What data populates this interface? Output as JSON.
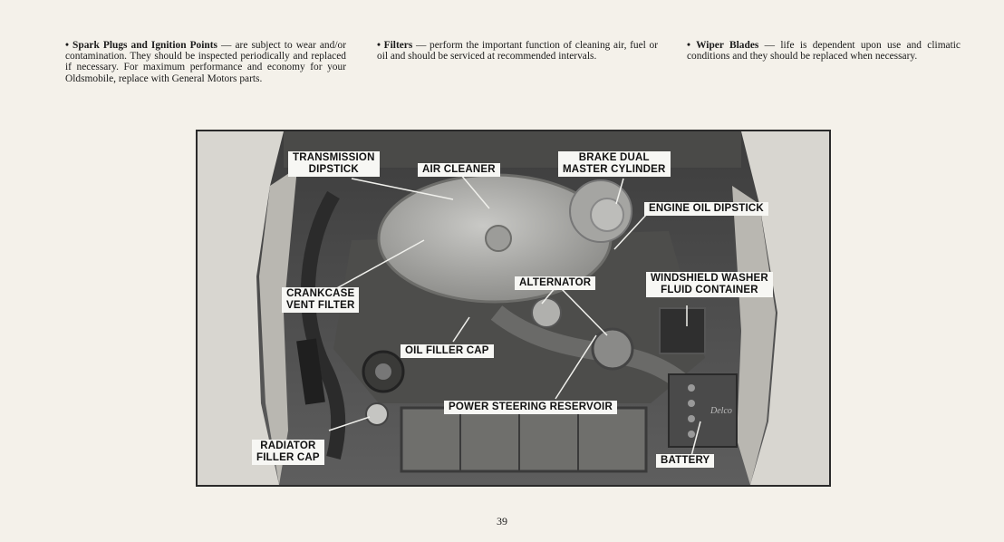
{
  "columns": [
    {
      "lead": "• Spark Plugs and Ignition Points",
      "text": " — are subject to wear and/or contamination. They should be inspected periodically and replaced if necessary. For maximum performance and economy for your Oldsmobile, replace with General Motors parts."
    },
    {
      "lead": "• Filters",
      "text": " — perform the important function of cleaning air, fuel or oil and should be serviced at recommended intervals."
    },
    {
      "lead": "• Wiper Blades",
      "text": " — life is dependent upon use and climatic conditions and they should be replaced when necessary."
    }
  ],
  "photo_labels": {
    "transmission_dipstick": [
      "TRANSMISSION",
      "DIPSTICK"
    ],
    "air_cleaner": [
      "AIR CLEANER"
    ],
    "brake_master_cylinder": [
      "BRAKE DUAL",
      "MASTER CYLINDER"
    ],
    "engine_oil_dipstick": [
      "ENGINE OIL DIPSTICK"
    ],
    "crankcase_vent_filter": [
      "CRANKCASE",
      "VENT FILTER"
    ],
    "alternator": [
      "ALTERNATOR"
    ],
    "washer_fluid": [
      "WINDSHIELD WASHER",
      "FLUID CONTAINER"
    ],
    "oil_filler_cap": [
      "OIL FILLER CAP"
    ],
    "power_steering": [
      "POWER STEERING RESERVOIR"
    ],
    "radiator_cap": [
      "RADIATOR",
      "FILLER CAP"
    ],
    "battery": [
      "BATTERY"
    ]
  },
  "photo_text": {
    "battery_brand": "Delco"
  },
  "page_number": "39",
  "colors": {
    "paper": "#f4f1ea",
    "photo_mid": "#5a5a5a",
    "label_bg": "#f7f7f4"
  }
}
